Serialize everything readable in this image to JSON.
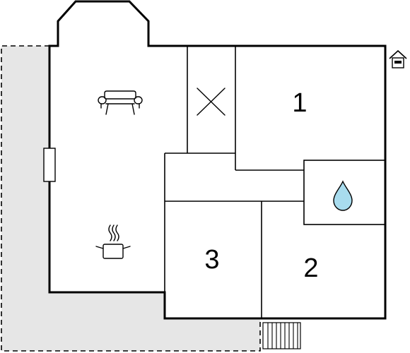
{
  "colors": {
    "terrace": "#e6e6e6",
    "wall": "#000000",
    "water": "#a8dcee"
  },
  "rooms": [
    {
      "label": "1"
    },
    {
      "label": "2"
    },
    {
      "label": "3"
    }
  ],
  "icons": [
    "sofa-icon",
    "cooking-pot-icon",
    "shower-drop-icon",
    "stairwell-cross-icon",
    "home-entrance-icon",
    "stairs-icon",
    "window-icon"
  ]
}
